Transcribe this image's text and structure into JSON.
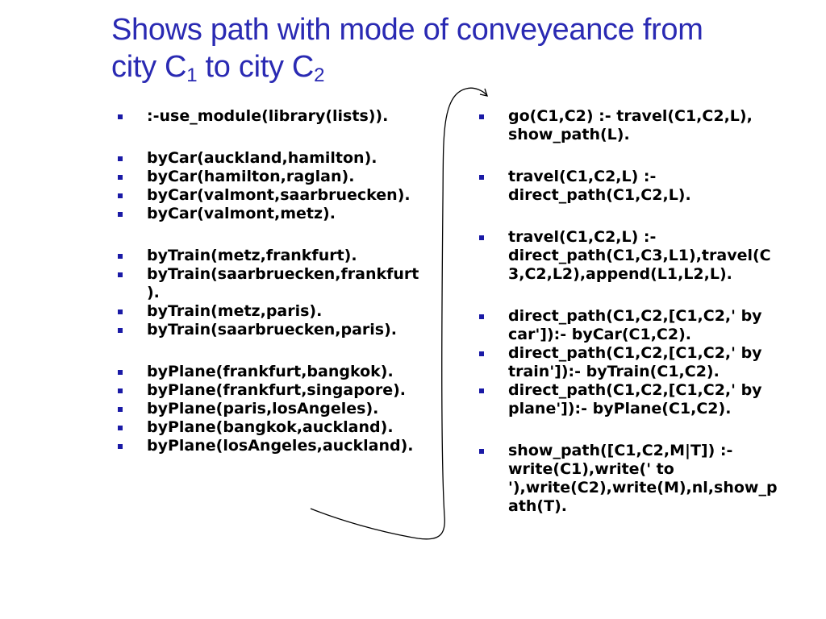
{
  "title": {
    "line1": "Shows path with mode of conveyeance from",
    "line2_a": "city C",
    "sub1": "1",
    "line2_b": " to city C",
    "sub2": "2"
  },
  "left_items": [
    {
      "lines": [
        ":-use_module(library(lists))."
      ]
    },
    {
      "lines": [
        "byCar(auckland,hamilton)."
      ]
    },
    {
      "lines": [
        "byCar(hamilton,raglan)."
      ]
    },
    {
      "lines": [
        "byCar(valmont,saarbruecken)."
      ]
    },
    {
      "lines": [
        "byCar(valmont,metz)."
      ]
    },
    {
      "lines": [
        "byTrain(metz,frankfurt)."
      ]
    },
    {
      "lines": [
        "byTrain(saarbruecken,frankfurt",
        ")."
      ]
    },
    {
      "lines": [
        "byTrain(metz,paris)."
      ]
    },
    {
      "lines": [
        "byTrain(saarbruecken,paris)."
      ]
    },
    {
      "lines": [
        "byPlane(frankfurt,bangkok)."
      ]
    },
    {
      "lines": [
        "byPlane(frankfurt,singapore)."
      ]
    },
    {
      "lines": [
        "byPlane(paris,losAngeles)."
      ]
    },
    {
      "lines": [
        "byPlane(bangkok,auckland)."
      ]
    },
    {
      "lines": [
        "byPlane(losAngeles,auckland)."
      ]
    }
  ],
  "right_items": [
    {
      "lines": [
        "go(C1,C2) :- travel(C1,C2,L),",
        "show_path(L)."
      ]
    },
    {
      "lines": [
        "travel(C1,C2,L) :-",
        "direct_path(C1,C2,L)."
      ]
    },
    {
      "lines": [
        "travel(C1,C2,L) :-",
        "direct_path(C1,C3,L1),travel(C",
        "3,C2,L2),append(L1,L2,L)."
      ]
    },
    {
      "lines": [
        "direct_path(C1,C2,[C1,C2,' by",
        "car']):- byCar(C1,C2)."
      ]
    },
    {
      "lines": [
        "direct_path(C1,C2,[C1,C2,' by",
        "train']):- byTrain(C1,C2)."
      ]
    },
    {
      "lines": [
        "direct_path(C1,C2,[C1,C2,' by",
        "plane']):- byPlane(C1,C2)."
      ]
    },
    {
      "lines": [
        "show_path([C1,C2,M|T]) :-",
        "write(C1),write(' to",
        "'),write(C2),write(M),nl,show_p",
        "ath(T)."
      ]
    }
  ],
  "colors": {
    "title": "#2a2ab3",
    "bullet": "#1a1aa6",
    "text": "#000000",
    "arrow": "#000000"
  },
  "icons": {
    "bullet": "square-bullet-icon",
    "connector": "curved-arrow-icon"
  }
}
